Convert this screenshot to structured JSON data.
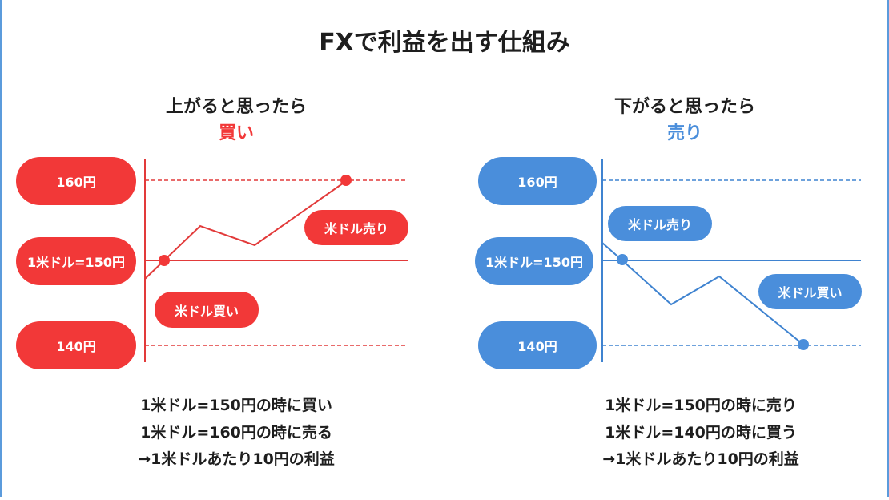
{
  "title": "FXで利益を出す仕組み",
  "colors": {
    "buy": "#f23838",
    "sell": "#4a8edb"
  },
  "left": {
    "heading": "上がると思ったら",
    "action": "買い",
    "levels": [
      "160円",
      "1米ドル=150円",
      "140円"
    ],
    "tag_sell": "米ドル売り",
    "tag_buy": "米ドル買い",
    "notes": [
      "1米ドル=150円の時に買い",
      "1米ドル=160円の時に売る",
      "→1米ドルあたり10円の利益"
    ]
  },
  "right": {
    "heading": "下がると思ったら",
    "action": "売り",
    "levels": [
      "160円",
      "1米ドル=150円",
      "140円"
    ],
    "tag_sell": "米ドル売り",
    "tag_buy": "米ドル買い",
    "notes": [
      "1米ドル=150円の時に売り",
      "1米ドル=140円の時に買う",
      "→1米ドルあたり10円の利益"
    ]
  }
}
